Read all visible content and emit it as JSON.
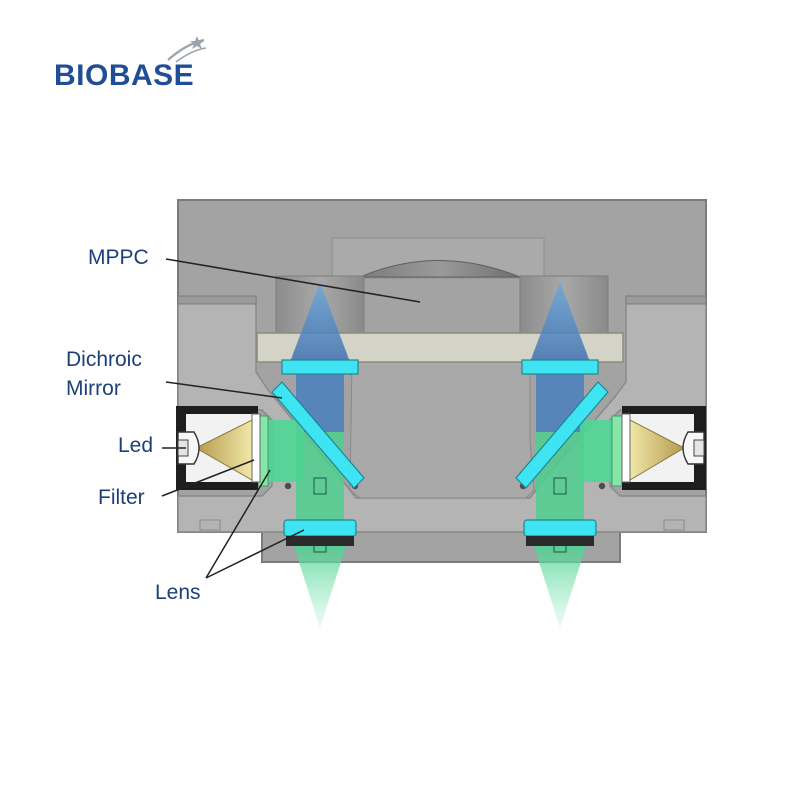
{
  "logo": {
    "text": "BIOBASE"
  },
  "labels": {
    "mppc": "MPPC",
    "dichroic_line1": "Dichroic",
    "dichroic_line2": "Mirror",
    "led": "Led",
    "filter": "Filter",
    "lens": "Lens"
  },
  "colors": {
    "brand": "#1f4e96",
    "label_text": "#1d3f7a",
    "housing": "#9c9c9c",
    "housing_light": "#b3b3b3",
    "plate": "#d0d0c4",
    "optic_cyan": "#3fe4f2",
    "detection_beam_blue": "#4f8fcc",
    "excitation_green": "#55d497",
    "led_cone_yellow": "#d8cf85"
  }
}
